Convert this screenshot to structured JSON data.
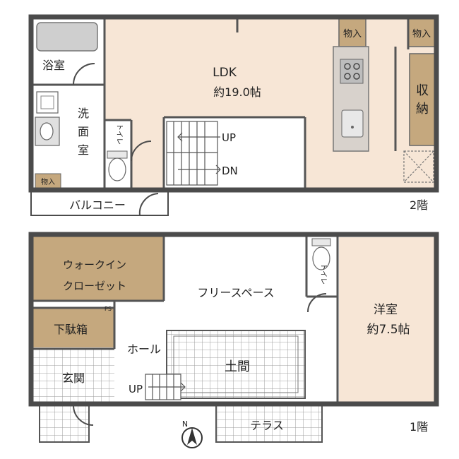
{
  "colors": {
    "floor_light": "#f7e6d6",
    "closet": "#c5a87e",
    "wall": "#4b4b4b",
    "tile": "#ffffff",
    "tile_line": "#9c9c9c",
    "fixture": "#cfcfcf"
  },
  "floor2": {
    "label": "2階",
    "rooms": {
      "ldk_name": "LDK",
      "ldk_size": "約19.0帖",
      "bath": "浴室",
      "washroom_line1": "洗",
      "washroom_line2": "面",
      "washroom_line3": "室",
      "toilet": "トイレ",
      "storage_small": "物入",
      "storage_top_left": "物入",
      "storage_top_right": "物入",
      "storage_line1": "収",
      "storage_line2": "納",
      "balcony": "バルコニー",
      "stair_up": "UP",
      "stair_down": "DN"
    }
  },
  "floor1": {
    "label": "1階",
    "rooms": {
      "walkin_line1": "ウォークイン",
      "walkin_line2": "クローゼット",
      "ps": "PS",
      "shoe_box": "下駄箱",
      "entrance": "玄関",
      "hall": "ホール",
      "free_space": "フリースペース",
      "doma": "土間",
      "stair_up": "UP",
      "toilet": "トイレ",
      "western_room": "洋室",
      "western_size": "約7.5帖",
      "terrace": "テラス"
    }
  },
  "compass": {
    "label": "N",
    "icon": "north-arrow-icon"
  }
}
